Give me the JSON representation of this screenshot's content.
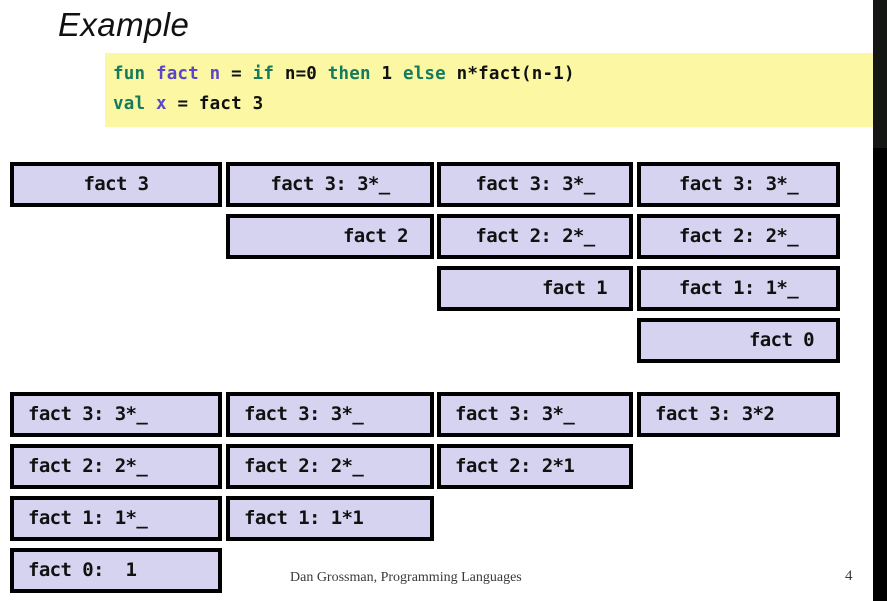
{
  "slide": {
    "title": "Example",
    "code": {
      "line1": [
        {
          "t": "fun ",
          "c": "kw"
        },
        {
          "t": "fact ",
          "c": "fn"
        },
        {
          "t": "n",
          "c": "var"
        },
        {
          "t": " = ",
          "c": "pl"
        },
        {
          "t": "if ",
          "c": "kw"
        },
        {
          "t": "n=0 ",
          "c": "pl"
        },
        {
          "t": "then ",
          "c": "kw"
        },
        {
          "t": "1 ",
          "c": "pl"
        },
        {
          "t": "else ",
          "c": "kw"
        },
        {
          "t": "n*fact(n-1)",
          "c": "pl"
        }
      ],
      "line2": [
        {
          "t": "val ",
          "c": "kw"
        },
        {
          "t": "x",
          "c": "var"
        },
        {
          "t": " = fact 3",
          "c": "pl"
        }
      ]
    },
    "top_grid": [
      [
        {
          "col": 1,
          "label": "fact 3",
          "align": "center"
        },
        {
          "col": 2,
          "label": "fact 3: 3*_",
          "align": "center"
        },
        {
          "col": 3,
          "label": "fact 3: 3*_",
          "align": "center"
        },
        {
          "col": 4,
          "label": "fact 3: 3*_",
          "align": "center"
        }
      ],
      [
        {
          "col": 2,
          "label": "fact 2",
          "align": "right"
        },
        {
          "col": 3,
          "label": "fact 2: 2*_",
          "align": "center"
        },
        {
          "col": 4,
          "label": "fact 2: 2*_",
          "align": "center"
        }
      ],
      [
        {
          "col": 3,
          "label": "fact 1",
          "align": "right"
        },
        {
          "col": 4,
          "label": "fact 1: 1*_",
          "align": "center"
        }
      ],
      [
        {
          "col": 4,
          "label": "fact 0",
          "align": "right"
        }
      ]
    ],
    "bottom_grid": [
      [
        {
          "col": 1,
          "label": "fact 3: 3*_",
          "align": "left"
        },
        {
          "col": 2,
          "label": "fact 3: 3*_",
          "align": "left"
        },
        {
          "col": 3,
          "label": "fact 3: 3*_",
          "align": "left"
        },
        {
          "col": 4,
          "label": "fact 3: 3*2",
          "align": "left"
        }
      ],
      [
        {
          "col": 1,
          "label": "fact 2: 2*_",
          "align": "left"
        },
        {
          "col": 2,
          "label": "fact 2: 2*_",
          "align": "left"
        },
        {
          "col": 3,
          "label": "fact 2: 2*1",
          "align": "left"
        }
      ],
      [
        {
          "col": 1,
          "label": "fact 1: 1*_",
          "align": "left"
        },
        {
          "col": 2,
          "label": "fact 1: 1*1",
          "align": "left"
        }
      ],
      [
        {
          "col": 1,
          "label": "fact 0:  1",
          "align": "left"
        }
      ]
    ],
    "footer": {
      "credit": "Dan Grossman, Programming Languages",
      "page_number": "4"
    }
  },
  "colors": {
    "box_fill": "#d5d3ef",
    "box_border": "#000000",
    "code_background": "#fbf7a2",
    "keyword": "#167a5e",
    "identifier": "#5b46c9",
    "plain": "#111111",
    "right_strip": "#000000"
  }
}
